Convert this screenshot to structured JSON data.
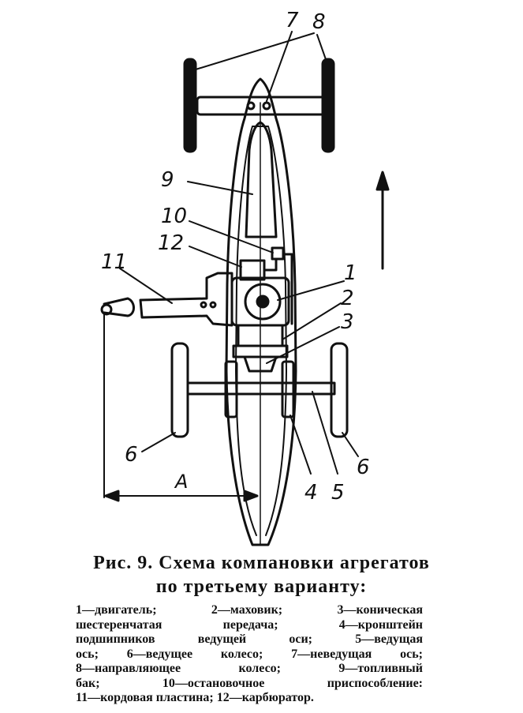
{
  "figure": {
    "labels": {
      "n1": "1",
      "n2": "2",
      "n3": "3",
      "n4": "4",
      "n5": "5",
      "n6a": "6",
      "n6b": "6",
      "n7": "7",
      "n8": "8",
      "n9": "9",
      "n10": "10",
      "n11": "11",
      "n12": "12"
    },
    "dimension": "A"
  },
  "caption": {
    "title_line1": "Рис. 9. Схема компановки агрегатов",
    "title_line2": "по третьему варианту:"
  },
  "legend": {
    "lines": [
      "1—двигатель; 2—маховик; 3—коническая",
      "шестеренчатая передача; 4—кронштейн",
      "подшипников ведущей оси; 5—ведущая",
      "ось; 6—ведущее колесо; 7—неведущая ось;",
      "8—направляющее колесо; 9—топливный",
      "бак; 10—остановочное приспособление:",
      "11—кордовая пластина; 12—карбюратор."
    ]
  }
}
